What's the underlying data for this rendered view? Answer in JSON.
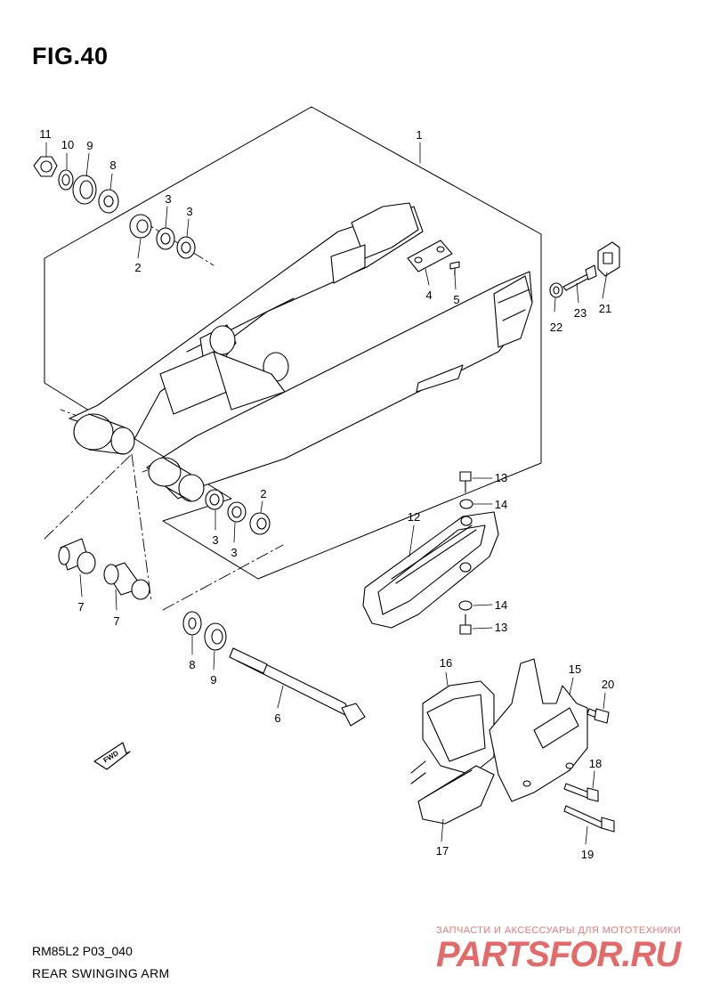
{
  "figure": {
    "title": "FIG.40",
    "code": "RM85L2 P03_040",
    "caption": "REAR SWINGING ARM"
  },
  "fwd_label": "FWD",
  "watermark": {
    "tagline": "ЗАПЧАСТИ И АКСЕССУАРЫ ДЛЯ МОТОТЕХНИКИ",
    "brand": "PARTSFOR.RU"
  },
  "callouts": {
    "c1": "1",
    "c2a": "2",
    "c2b": "2",
    "c3a": "3",
    "c3b": "3",
    "c3c": "3",
    "c3d": "3",
    "c4": "4",
    "c5": "5",
    "c6": "6",
    "c7a": "7",
    "c7b": "7",
    "c8a": "8",
    "c8b": "8",
    "c9a": "9",
    "c9b": "9",
    "c10": "10",
    "c11": "11",
    "c12": "12",
    "c13a": "13",
    "c13b": "13",
    "c14a": "14",
    "c14b": "14",
    "c15": "15",
    "c16": "16",
    "c17": "17",
    "c18": "18",
    "c19": "19",
    "c20": "20",
    "c21": "21",
    "c22": "22",
    "c23": "23"
  },
  "colors": {
    "line": "#000000",
    "watermark": "#e25a5a"
  }
}
